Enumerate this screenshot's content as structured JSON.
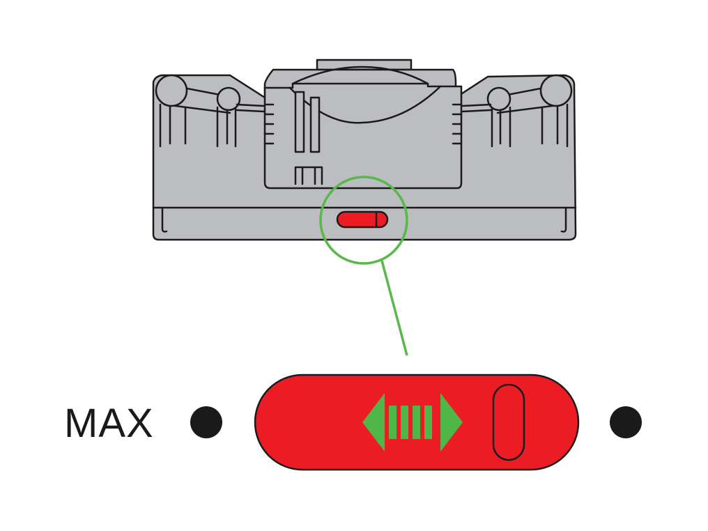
{
  "labels": {
    "max": "MAX"
  },
  "slider": {
    "position_label": "MAX",
    "direction": "bidirectional"
  },
  "icons": {
    "arrow": "double-headed-arrow-icon",
    "marker_left": "dot-icon",
    "marker_right": "dot-icon"
  },
  "colors": {
    "device_body": "#bcbdc0",
    "outline": "#1a1a1a",
    "slider_red": "#ec1c24",
    "callout_green": "#57b947",
    "arrow_green": "#4fb748",
    "background": "#ffffff"
  }
}
